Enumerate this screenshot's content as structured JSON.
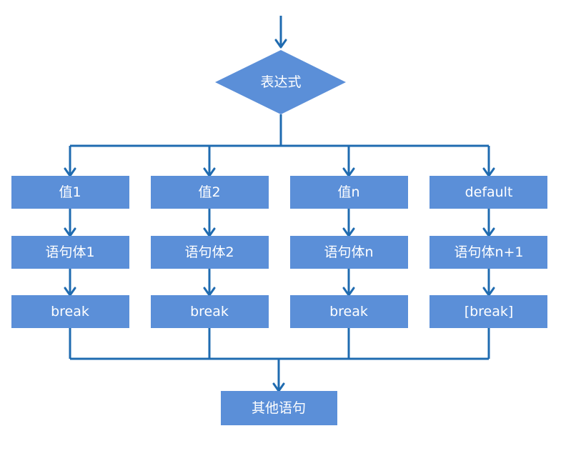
{
  "diagram": {
    "decision": {
      "label": "表达式"
    },
    "branches": [
      {
        "case_label": "值1",
        "body_label": "语句体1",
        "break_label": "break"
      },
      {
        "case_label": "值2",
        "body_label": "语句体2",
        "break_label": "break"
      },
      {
        "case_label": "值n",
        "body_label": "语句体n",
        "break_label": "break"
      },
      {
        "case_label": "default",
        "body_label": "语句体n+1",
        "break_label": "[break]"
      }
    ],
    "exit": {
      "label": "其他语句"
    }
  },
  "colors": {
    "node_fill": "#5b8fd8",
    "connector": "#1f6bb0",
    "text": "#ffffff"
  }
}
